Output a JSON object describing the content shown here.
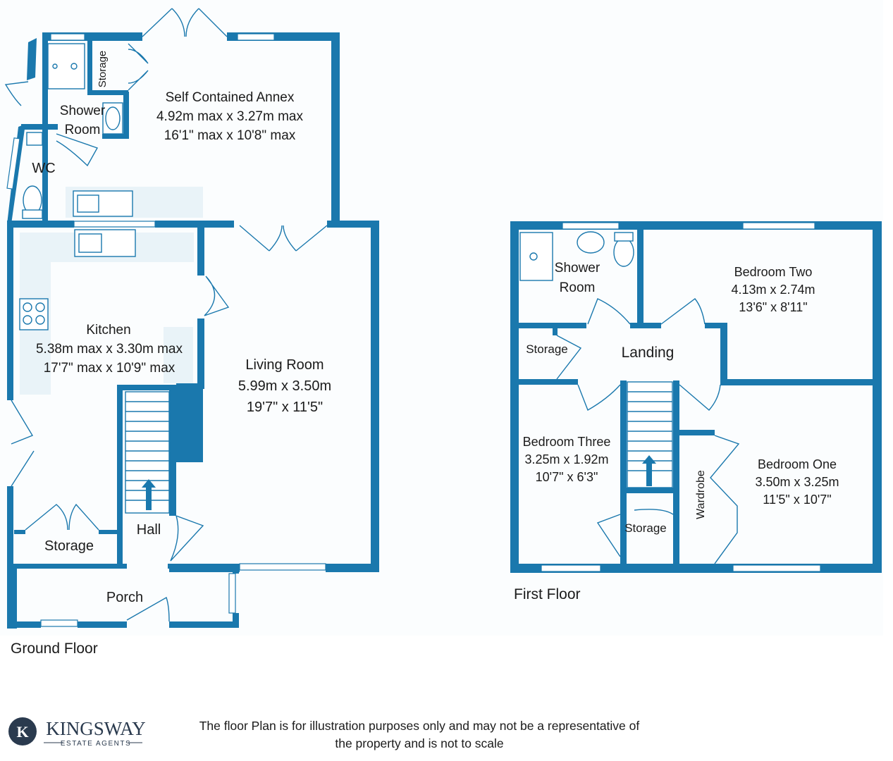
{
  "floors": {
    "ground": {
      "label": "Ground Floor",
      "rooms": {
        "annex": {
          "name": "Self Contained Annex",
          "metric": "4.92m max x 3.27m max",
          "imperial": "16'1\" max x 10'8\" max"
        },
        "kitchen": {
          "name": "Kitchen",
          "metric": "5.38m max x 3.30m max",
          "imperial": "17'7\" max x 10'9\" max"
        },
        "living": {
          "name": "Living Room",
          "metric": "5.99m x 3.50m",
          "imperial": "19'7\" x 11'5\""
        },
        "shower": {
          "name1": "Shower",
          "name2": "Room"
        },
        "annex_storage": {
          "name": "Storage"
        },
        "wc": {
          "name": "WC"
        },
        "storage": {
          "name": "Storage"
        },
        "hall": {
          "name": "Hall"
        },
        "porch": {
          "name": "Porch"
        }
      }
    },
    "first": {
      "label": "First Floor",
      "rooms": {
        "shower": {
          "name1": "Shower",
          "name2": "Room"
        },
        "bedroom_two": {
          "name": "Bedroom Two",
          "metric": "4.13m x 2.74m",
          "imperial": "13'6\" x 8'11\""
        },
        "storage_top": {
          "name": "Storage"
        },
        "landing": {
          "name": "Landing"
        },
        "bedroom_three": {
          "name": "Bedroom Three",
          "metric": "3.25m x 1.92m",
          "imperial": "10'7\" x 6'3\""
        },
        "bedroom_one": {
          "name": "Bedroom One",
          "metric": "3.50m x 3.25m",
          "imperial": "11'5\" x 10'7\""
        },
        "wardrobe": {
          "name": "Wardrobe"
        },
        "storage_bottom": {
          "name": "Storage"
        }
      }
    }
  },
  "brand": {
    "initial": "K",
    "name": "KINGSWAY",
    "tagline": "ESTATE AGENTS"
  },
  "disclaimer": {
    "line1": "The floor Plan is for illustration purposes only and may not be a representative of",
    "line2": "the property and is not to scale"
  },
  "colors": {
    "wall": "#1a78ad",
    "bench": "#e9f3f8",
    "text": "#1b1b1b"
  }
}
